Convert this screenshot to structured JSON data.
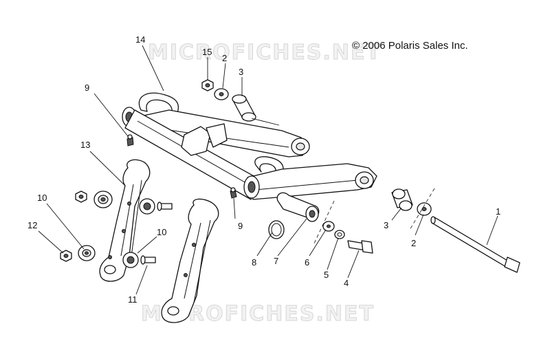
{
  "copyright": "© 2006 Polaris Sales Inc.",
  "watermark": "MICROFICHES.NET",
  "callouts": {
    "c1": "1",
    "c2a": "2",
    "c2b": "2",
    "c3a": "3",
    "c3b": "3",
    "c4": "4",
    "c5": "5",
    "c6": "6",
    "c7": "7",
    "c8": "8",
    "c9a": "9",
    "c9b": "9",
    "c10a": "10",
    "c10b": "10",
    "c11": "11",
    "c12": "12",
    "c13": "13",
    "c14": "14",
    "c15": "15"
  }
}
